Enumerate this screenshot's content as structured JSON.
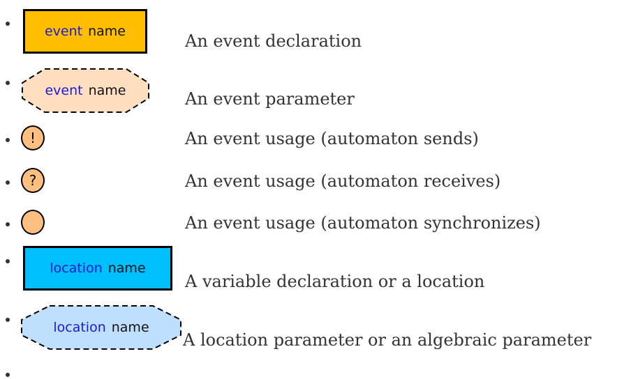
{
  "legend": {
    "items": [
      {
        "shape": "solid-rectangle",
        "fill": "#ffbf00",
        "label_keyword": "event",
        "label_rest": "name",
        "description": "An event declaration"
      },
      {
        "shape": "dashed-octagon",
        "fill": "#ffdfbf",
        "label_keyword": "event",
        "label_rest": "name",
        "description": "An event parameter"
      },
      {
        "shape": "circle",
        "fill": "#ffbf80",
        "symbol": "!",
        "description": "An event usage (automaton sends)"
      },
      {
        "shape": "circle",
        "fill": "#ffbf80",
        "symbol": "?",
        "description": "An event usage (automaton receives)"
      },
      {
        "shape": "circle",
        "fill": "#ffbf80",
        "symbol": "",
        "description": "An event usage (automaton synchronizes)"
      },
      {
        "shape": "solid-rectangle",
        "fill": "#00bfff",
        "label_keyword": "location",
        "label_rest": "name",
        "description": "A variable declaration or a location"
      },
      {
        "shape": "dashed-octagon",
        "fill": "#bfdfff",
        "label_keyword": "location",
        "label_rest": "name",
        "description": "A location parameter or an algebraic parameter"
      },
      {
        "shape": "none",
        "description": ""
      }
    ]
  },
  "colors": {
    "keyword": "#1a1ad6",
    "text": "#333333"
  }
}
